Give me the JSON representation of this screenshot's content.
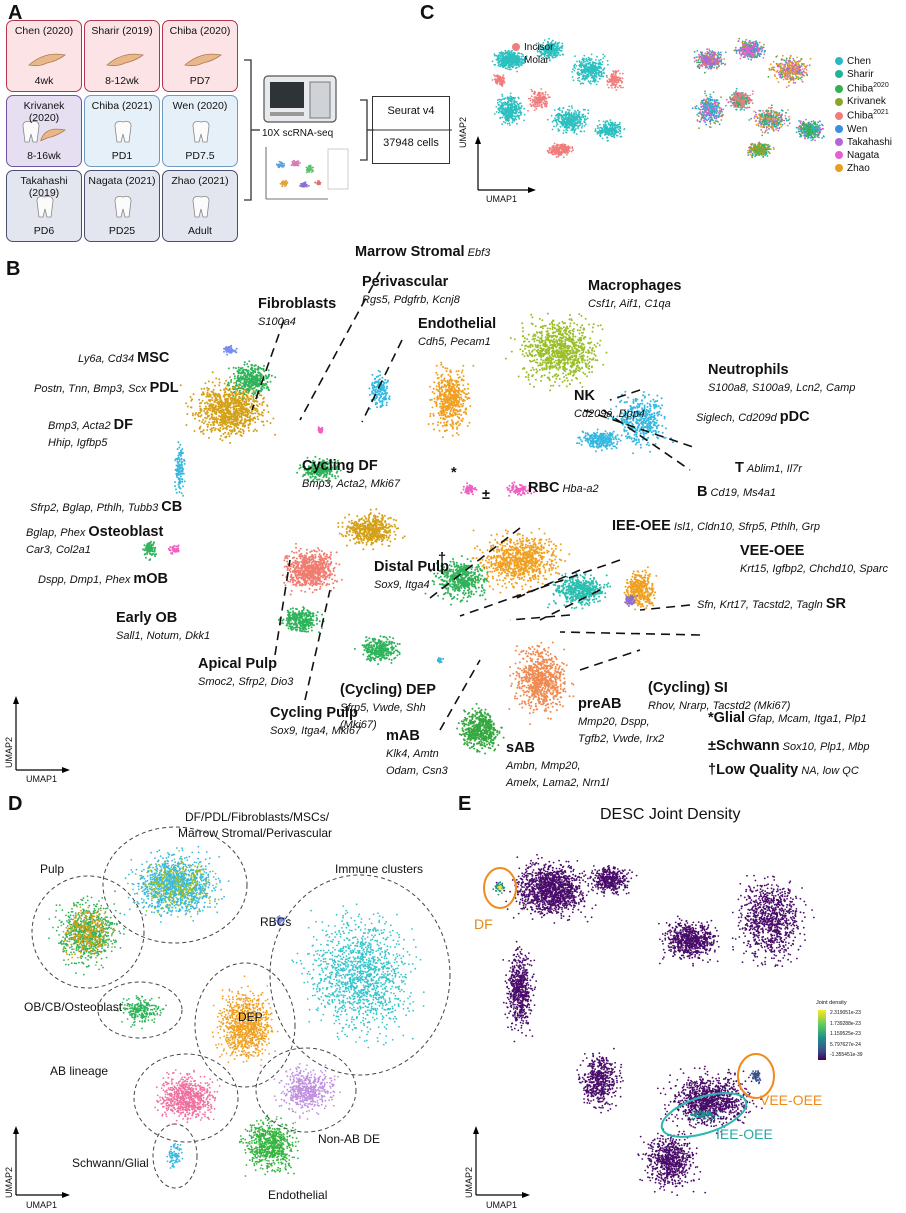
{
  "panels": {
    "a": "A",
    "b": "B",
    "c": "C",
    "d": "D",
    "e": "E"
  },
  "datasets": [
    {
      "name": "Chen (2020)",
      "age": "4wk",
      "bg": "#fbe3e6",
      "border": "#b4364e",
      "icon": "incisor-icon"
    },
    {
      "name": "Sharir (2019)",
      "age": "8-12wk",
      "bg": "#fbe3e6",
      "border": "#b4364e",
      "icon": "incisor-icon"
    },
    {
      "name": "Chiba (2020)",
      "age": "PD7",
      "bg": "#fbe3e6",
      "border": "#b4364e",
      "icon": "incisor-icon"
    },
    {
      "name": "Krivanek (2020)",
      "age": "8-16wk",
      "bg": "#e6dff2",
      "border": "#6e55a0",
      "icon": "molar-incisor-icon"
    },
    {
      "name": "Chiba (2021)",
      "age": "PD1",
      "bg": "#e6f0f8",
      "border": "#6f9ac4",
      "icon": "molar-icon"
    },
    {
      "name": "Wen (2020)",
      "age": "PD7.5",
      "bg": "#e6f0f8",
      "border": "#6f9ac4",
      "icon": "molar-icon"
    },
    {
      "name": "Takahashi (2019)",
      "age": "PD6",
      "bg": "#e4e6ef",
      "border": "#4a4f6e",
      "icon": "molar-icon"
    },
    {
      "name": "Nagata (2021)",
      "age": "PD25",
      "bg": "#e4e6ef",
      "border": "#4a4f6e",
      "icon": "molar-icon"
    },
    {
      "name": "Zhao (2021)",
      "age": "Adult",
      "bg": "#e4e6ef",
      "border": "#4a4f6e",
      "icon": "molar-icon"
    }
  ],
  "machine_label": "10X scRNA-seq",
  "seurat": {
    "version": "Seurat v4",
    "cells": "37948 cells"
  },
  "panel_c": {
    "legend1": [
      {
        "name": "Incisor",
        "color": "#f07c7c"
      },
      {
        "name": "Molar",
        "color": "#2cc0c0"
      }
    ],
    "legend2": [
      {
        "name": "Chen",
        "sup": "",
        "color": "#2ab8c8"
      },
      {
        "name": "Sharir",
        "sup": "",
        "color": "#1fb39a"
      },
      {
        "name": "Chiba",
        "sup": "2020",
        "color": "#35b050"
      },
      {
        "name": "Krivanek",
        "sup": "",
        "color": "#8aa62a"
      },
      {
        "name": "Chiba",
        "sup": "2021",
        "color": "#f07c7c"
      },
      {
        "name": "Wen",
        "sup": "",
        "color": "#3c8fe0"
      },
      {
        "name": "Takahashi",
        "sup": "",
        "color": "#b266d8"
      },
      {
        "name": "Nagata",
        "sup": "",
        "color": "#e85ed0"
      },
      {
        "name": "Zhao",
        "sup": "",
        "color": "#e5a020"
      }
    ]
  },
  "axis": {
    "x": "UMAP1",
    "y": "UMAP2"
  },
  "b_labels": {
    "marrow": {
      "t": "Marrow Stromal",
      "g": "Ebf3"
    },
    "perivascular": {
      "t": "Perivascular",
      "g": "Rgs5, Pdgfrb, Kcnj8"
    },
    "fibroblasts": {
      "t": "Fibroblasts",
      "g": "S100a4"
    },
    "endothelial": {
      "t": "Endothelial",
      "g": "Cdh5, Pecam1"
    },
    "macrophages": {
      "t": "Macrophages",
      "g": "Csf1r, Aif1, C1qa"
    },
    "msc": {
      "t": "MSC",
      "g": "Ly6a, Cd34"
    },
    "pdl": {
      "t": "PDL",
      "g": "Postn, Tnn, Bmp3, Scx"
    },
    "neutrophils": {
      "t": "Neutrophils",
      "g": "S100a8, S100a9, Lcn2, Camp"
    },
    "df": {
      "t": "DF",
      "g1": "Bmp3, Acta2",
      "g2": "Hhip, Igfbp5"
    },
    "nk": {
      "t": "NK",
      "g": "Cd209a, Dpp4"
    },
    "pdc": {
      "t": "pDC",
      "g": "Siglech, Cd209d"
    },
    "t": {
      "t": "T",
      "g": "Ablim1, Il7r"
    },
    "b": {
      "t": "B",
      "g": "Cd19, Ms4a1"
    },
    "cyclingdf": {
      "t": "Cycling DF",
      "g": "Bmp3, Acta2, Mki67"
    },
    "rbc": {
      "t": "RBC",
      "g": "Hba-a2"
    },
    "star": "*",
    "pm": "±",
    "dagger": "†",
    "cb": {
      "t": "CB",
      "g": "Sfrp2, Bglap, Pthlh, Tubb3"
    },
    "osteoblast": {
      "t": "Osteoblast",
      "g1": "Bglap, Phex",
      "g2": "Car3, Col2a1"
    },
    "ieeoee": {
      "t": "IEE-OEE",
      "g": "Isl1, Cldn10, Sfrp5, Pthlh, Grp"
    },
    "veeoee": {
      "t": "VEE-OEE",
      "g": "Krt15, Igfbp2, Chchd10, Sparc"
    },
    "mob": {
      "t": "mOB",
      "g": "Dspp, Dmp1, Phex"
    },
    "distalpulp": {
      "t": "Distal Pulp",
      "g": "Sox9, Itga4"
    },
    "sr": {
      "t": "SR",
      "g": "Sfn, Krt17, Tacstd2, Tagln"
    },
    "earlyob": {
      "t": "Early OB",
      "g": "Sall1, Notum, Dkk1"
    },
    "apicalpulp": {
      "t": "Apical Pulp",
      "g": "Smoc2, Sfrp2, Dio3"
    },
    "cyclingdep": {
      "t": "(Cycling) DEP",
      "g1": "Sfrp5, Vwde, Shh",
      "g2": "(Mki67)"
    },
    "cyclingsi": {
      "t": "(Cycling) SI",
      "g": "Rhov, Nrarp, Tacstd2 (Mki67)"
    },
    "preab": {
      "t": "preAB",
      "g1": "Mmp20, Dspp,",
      "g2": "Tgfb2, Vwde, Irx2"
    },
    "cyclingpulp": {
      "t": "Cycling Pulp",
      "g": "Sox9, Itga4, Mki67"
    },
    "glial": {
      "t": "*Glial",
      "g": "Gfap, Mcam, Itga1, Plp1"
    },
    "mab": {
      "t": "mAB",
      "g1": "Klk4, Amtn",
      "g2": "Odam, Csn3"
    },
    "schwann": {
      "t": "±Schwann",
      "g": "Sox10, Plp1, Mbp"
    },
    "lowq": {
      "t": "†Low Quality",
      "g": "NA, low QC"
    },
    "sab": {
      "t": "sAB",
      "g1": "Ambn, Mmp20,",
      "g2": "Amelx, Lama2, Nrn1l"
    }
  },
  "d_labels": {
    "top": "DF/PDL/Fibroblasts/MSCs/",
    "top2": "Marrow Stromal/Perivascular",
    "pulp": "Pulp",
    "rbcs": "RBCs",
    "immune": "Immune clusters",
    "obcb": "OB/CB/Osteoblast",
    "dep": "DEP",
    "ab": "AB lineage",
    "nonab": "Non-AB DE",
    "schwann": "Schwann/Glial",
    "endo": "Endothelial"
  },
  "panel_e": {
    "title": "DESC Joint Density",
    "df": "DF",
    "vee": "VEE-OEE",
    "iee": "IEE-OEE",
    "cbar_title": "Joint density",
    "cbar_ticks": [
      "2.319051e-23",
      "1.739288e-23",
      "1.159525e-23",
      "5.797627e-24",
      "-1.355451e-39"
    ]
  }
}
